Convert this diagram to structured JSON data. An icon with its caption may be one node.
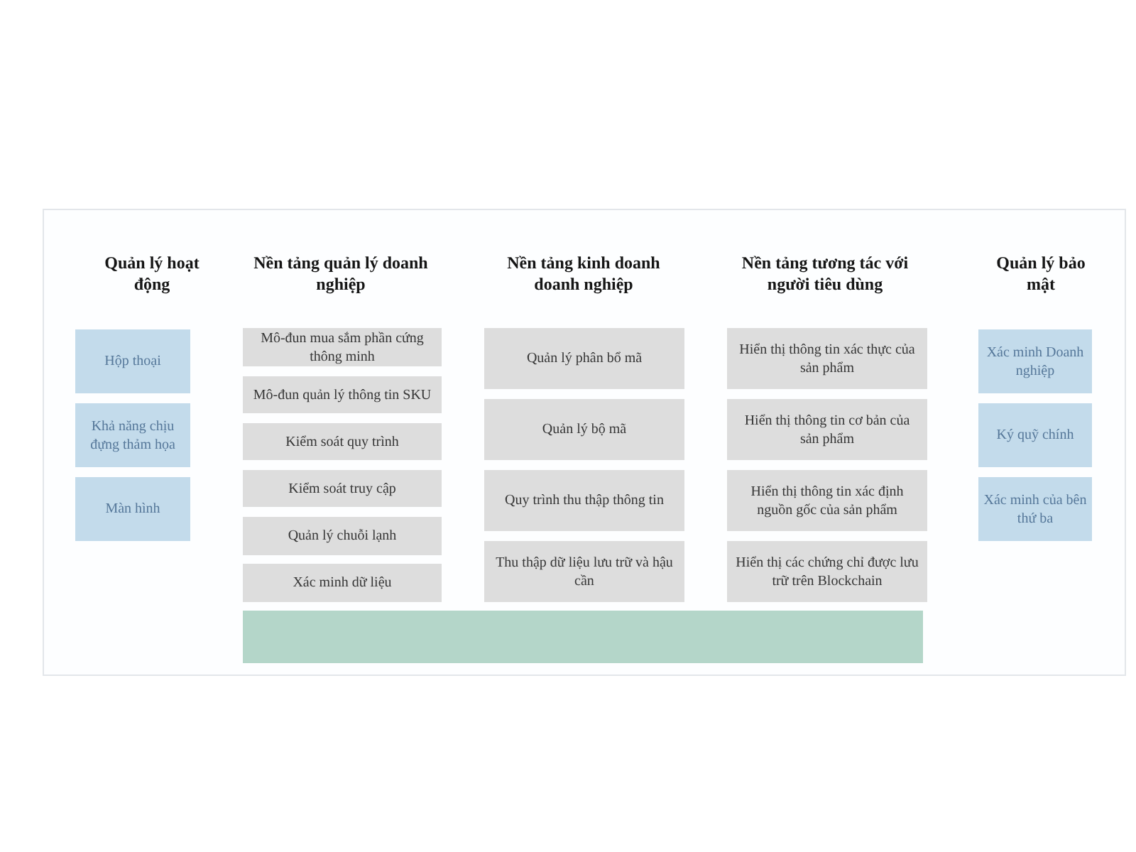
{
  "diagram": {
    "nodes": [
      {
        "text": [
          "Hộp thoại"
        ]
      },
      {
        "text": [
          "Khả năng chịu đựng thảm họa"
        ]
      },
      {
        "text": [
          "Màn hình"
        ]
      },
      {
        "text": [
          "Mô-đun mua sắm phần cứng thông minh"
        ]
      },
      {
        "text": [
          "Mô-đun quản lý thông tin SKU"
        ]
      },
      {
        "text": [
          "Kiểm soát quy trình"
        ]
      },
      {
        "text": [
          "Kiểm soát truy cập"
        ]
      },
      {
        "text": [
          "Quản lý chuỗi lạnh"
        ]
      },
      {
        "text": [
          "Xác minh dữ liệu"
        ]
      },
      {
        "text": [
          "Quản lý phân bổ mã"
        ]
      },
      {
        "text": [
          "Quản lý bộ mã"
        ]
      },
      {
        "text": [
          "Quy trình thu thập thông tin"
        ]
      },
      {
        "text": [
          "Thu thập dữ liệu lưu trữ và hậu cần"
        ]
      },
      {
        "text": [
          "Hiển thị thông tin xác thực của sản phẩm"
        ]
      },
      {
        "text": [
          "Hiển thị thông tin cơ bản của sản phẩm"
        ]
      },
      {
        "text": [
          "Hiển thị thông tin xác định nguồn gốc của sản phẩm"
        ]
      },
      {
        "text": [
          "Hiển thị các chứng chỉ được lưu trữ trên Blockchain"
        ]
      },
      {
        "text": [
          "Xác minh Doanh nghiệp"
        ]
      },
      {
        "text": [
          "Ký quỹ chính"
        ]
      },
      {
        "text": [
          "Xác minh của bên thứ ba"
        ]
      },
      {
        "text": [],
        "shape": "bar"
      }
    ],
    "labels": [
      "Quản lý hoạt động",
      "Nền tảng quản lý doanh nghiệp",
      "Nền tảng kinh doanh doanh nghiệp",
      "Nền tảng tương tác với người tiêu dùng",
      "Quản lý bảo mật"
    ]
  }
}
